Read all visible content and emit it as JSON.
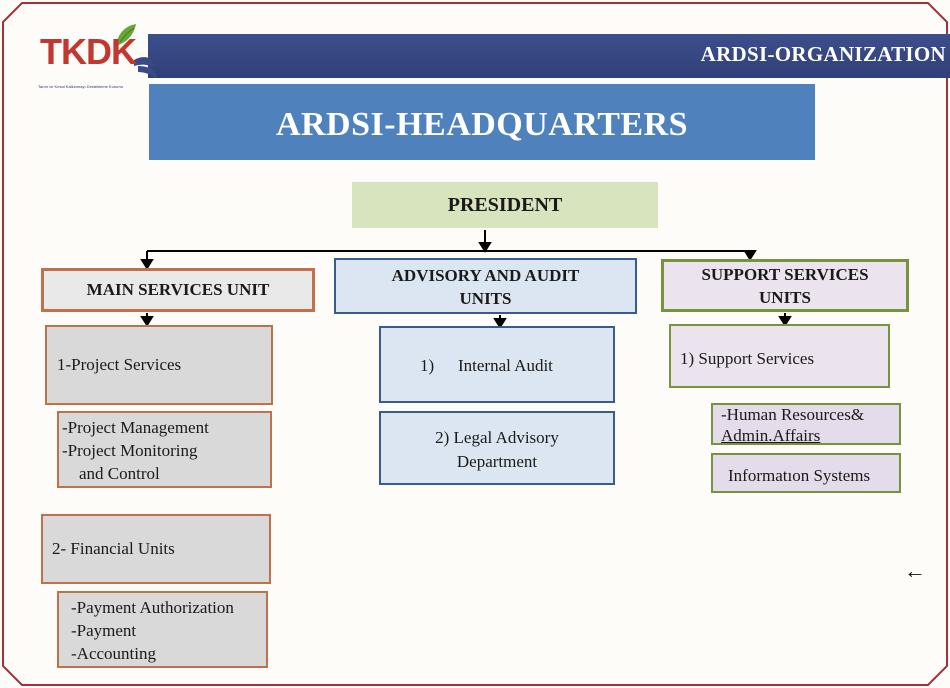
{
  "header": {
    "title": "ARDSI-ORGANIZATION",
    "logo_text": "TKDK",
    "logo_subtext": "Tarım ve Kırsal Kalkınmayı Destekleme Kurumu"
  },
  "page_title": "ARDSI-HEADQUARTERS",
  "president": "PRESIDENT",
  "units": {
    "main": {
      "title": "MAIN SERVICES UNIT",
      "project_services": "1-Project Services",
      "project_items": [
        "-Project Management",
        "-Project Monitoring",
        "and Control"
      ],
      "financial_units": "2- Financial Units",
      "financial_items": [
        "-Payment Authorization",
        "-Payment",
        "-Accounting"
      ]
    },
    "advisory": {
      "title_line1": "ADVISORY AND AUDIT",
      "title_line2": "UNITS",
      "internal_audit_num": "1)",
      "internal_audit": "Internal Audit",
      "legal_line1": "2) Legal Advisory",
      "legal_line2": "Department"
    },
    "support": {
      "title_line1": "SUPPORT SERVICES",
      "title_line2": "UNITS",
      "support_services": "1) Support Services",
      "hr_line1": "-Human Resources&",
      "hr_line2": "Admin.Affairs",
      "info_systems": "Informatıon Systems"
    }
  },
  "colors": {
    "banner": "#2f3f78",
    "headquarters": "#4f81bd",
    "president": "#d7e4bd",
    "main_border": "#c0714a",
    "advisory_border": "#385d8a",
    "support_border": "#77933c",
    "frame_border": "#a0303a"
  }
}
